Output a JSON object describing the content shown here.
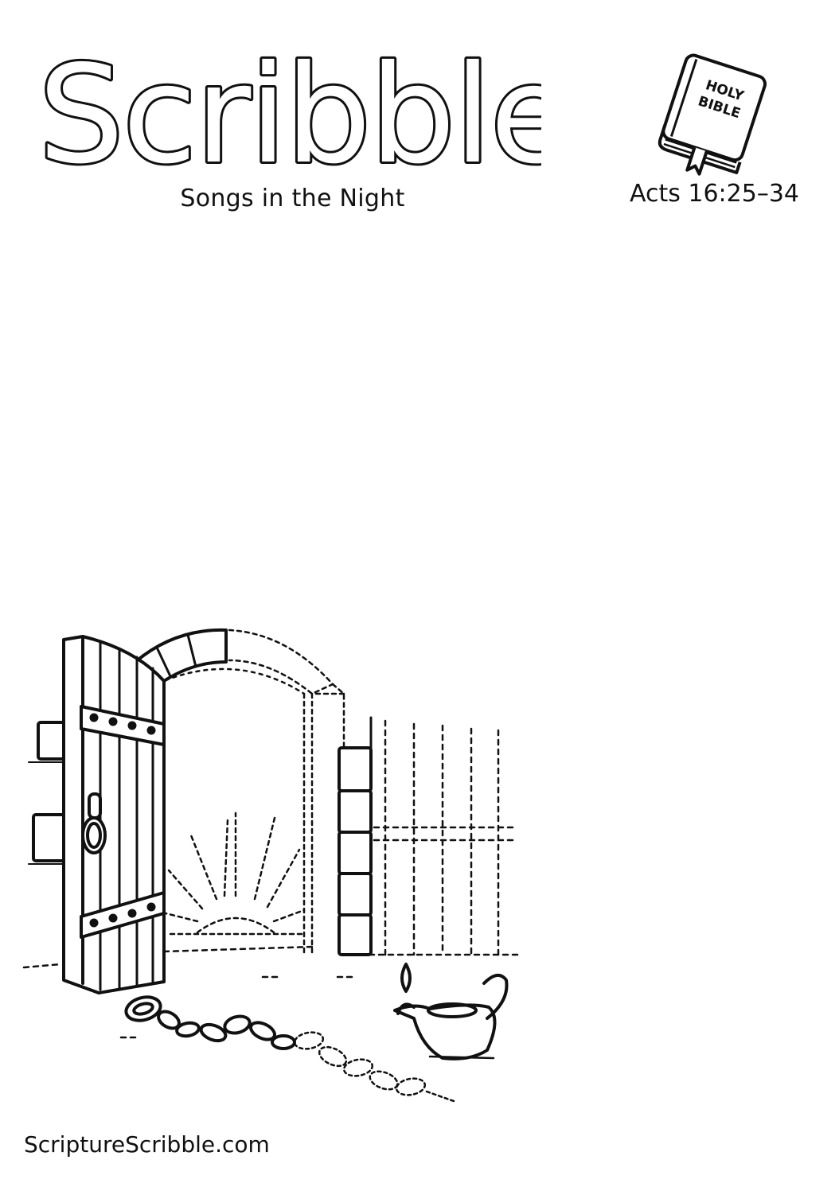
{
  "header": {
    "logo_text": "Scribble",
    "subtitle": "Songs in the Night",
    "reference": "Acts 16:25–34"
  },
  "bible_icon": {
    "line1": "HOLY",
    "line2": "BIBLE"
  },
  "footer": {
    "website": "ScriptureScribble.com"
  },
  "colors": {
    "ink": "#111111",
    "paper": "#ffffff"
  }
}
